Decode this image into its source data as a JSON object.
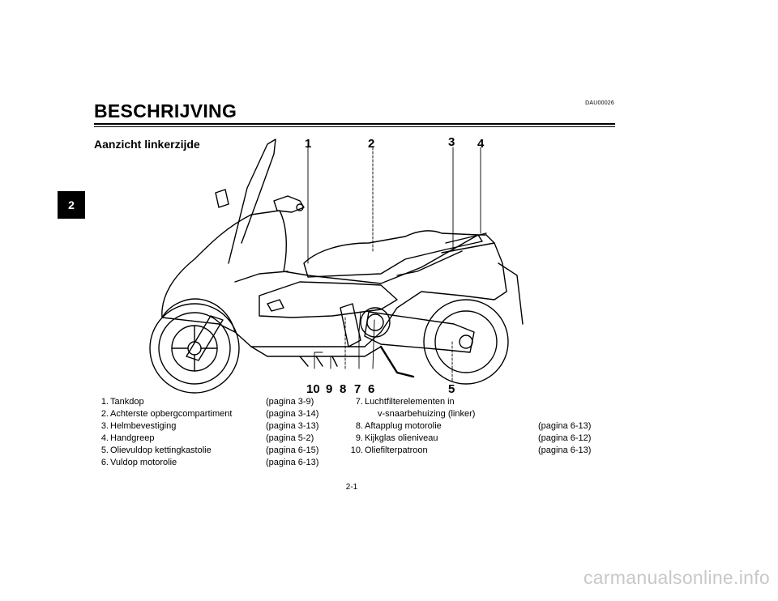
{
  "page": {
    "chapter": "2",
    "doc_code": "DAU00026",
    "title": "BESCHRIJVING",
    "section_title": "Aanzicht linkerzijde",
    "page_number": "2-1",
    "watermark": "carmanualsonline.info"
  },
  "callouts": [
    "1",
    "2",
    "3",
    "4",
    "5",
    "6",
    "7",
    "8",
    "9",
    "10"
  ],
  "legend_left": [
    {
      "num": "1.",
      "label": "Tankdop",
      "ref": "(pagina 3-9)"
    },
    {
      "num": "2.",
      "label": "Achterste opbergcompartiment",
      "ref": "(pagina 3-14)"
    },
    {
      "num": "3.",
      "label": "Helmbevestiging",
      "ref": "(pagina 3-13)"
    },
    {
      "num": "4.",
      "label": "Handgreep",
      "ref": "(pagina 5-2)"
    },
    {
      "num": "5.",
      "label": "Olievuldop kettingkastolie",
      "ref": "(pagina 6-15)"
    },
    {
      "num": "6.",
      "label": "Vuldop motorolie",
      "ref": "(pagina 6-13)"
    }
  ],
  "legend_right": [
    {
      "num": "7.",
      "label": "Luchtfilterelementen in",
      "label2": "v-snaarbehuizing (linker)",
      "ref": ""
    },
    {
      "num": "8.",
      "label": "Aftapplug motorolie",
      "ref": "(pagina 6-13)"
    },
    {
      "num": "9.",
      "label": "Kijkglas olieniveau",
      "ref": "(pagina 6-12)"
    },
    {
      "num": "10.",
      "label": "Oliefilterpatroon",
      "ref": "(pagina 6-13)"
    }
  ]
}
